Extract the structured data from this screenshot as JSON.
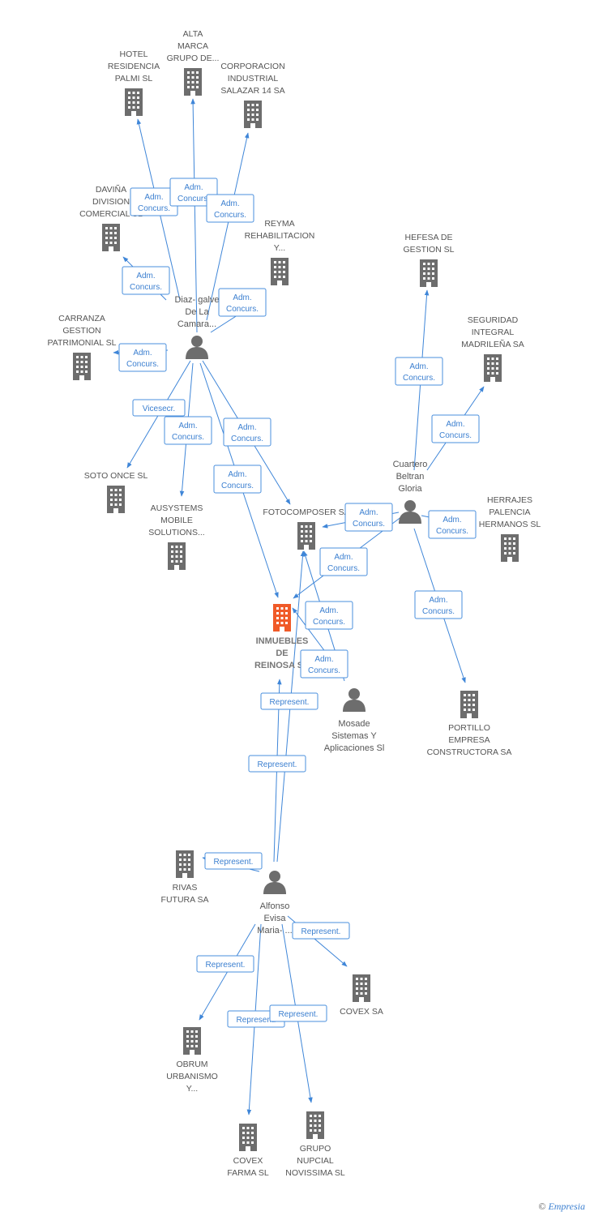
{
  "colors": {
    "building": "#6d6d6d",
    "main_building": "#f05a28",
    "person": "#6d6d6d",
    "edge": "#3f86d8"
  },
  "nodes": [
    {
      "id": "hotel",
      "type": "company",
      "lines": [
        "HOTEL",
        "RESIDENCIA",
        "PALMI SL"
      ]
    },
    {
      "id": "alta",
      "type": "company",
      "lines": [
        "ALTA",
        "MARCA",
        "GRUPO DE..."
      ]
    },
    {
      "id": "corporacion",
      "type": "company",
      "lines": [
        "CORPORACION",
        "INDUSTRIAL",
        "SALAZAR 14 SA"
      ]
    },
    {
      "id": "davina",
      "type": "company",
      "lines": [
        "DAVIÑA",
        "DIVISION",
        "COMERCIAL SL"
      ]
    },
    {
      "id": "reyma",
      "type": "company",
      "lines": [
        "REYMA",
        "REHABILITACION",
        "Y..."
      ]
    },
    {
      "id": "hefesa",
      "type": "company",
      "lines": [
        "HEFESA DE",
        "GESTION SL"
      ]
    },
    {
      "id": "carranza",
      "type": "company",
      "lines": [
        "CARRANZA",
        "GESTION",
        "PATRIMONIAL SL"
      ]
    },
    {
      "id": "seguridad",
      "type": "company",
      "lines": [
        "SEGURIDAD",
        "INTEGRAL",
        "MADRILEÑA SA"
      ]
    },
    {
      "id": "soto",
      "type": "company",
      "lines": [
        "SOTO ONCE SL"
      ]
    },
    {
      "id": "ausystems",
      "type": "company",
      "lines": [
        "AUSYSTEMS",
        "MOBILE",
        "SOLUTIONS..."
      ]
    },
    {
      "id": "fotocomposer",
      "type": "company",
      "lines": [
        "FOTOCOMPOSER SA"
      ]
    },
    {
      "id": "herrajes",
      "type": "company",
      "lines": [
        "HERRAJES",
        "PALENCIA",
        "HERMANOS SL"
      ]
    },
    {
      "id": "inmuebles",
      "type": "main",
      "lines": [
        "INMUEBLES",
        "DE",
        "REINOSA SA"
      ]
    },
    {
      "id": "portillo",
      "type": "company",
      "lines": [
        "PORTILLO",
        "EMPRESA",
        "CONSTRUCTORA SA"
      ]
    },
    {
      "id": "rivas",
      "type": "company",
      "lines": [
        "RIVAS",
        "FUTURA SA"
      ]
    },
    {
      "id": "covex",
      "type": "company",
      "lines": [
        "COVEX SA"
      ]
    },
    {
      "id": "obrum",
      "type": "company",
      "lines": [
        "OBRUM",
        "URBANISMO",
        "Y..."
      ]
    },
    {
      "id": "covexfarma",
      "type": "company",
      "lines": [
        "COVEX",
        "FARMA SL"
      ]
    },
    {
      "id": "grupo",
      "type": "company",
      "lines": [
        "GRUPO",
        "NUPCIAL",
        "NOVISSIMA SL"
      ]
    },
    {
      "id": "diaz",
      "type": "person",
      "lines": [
        "Diaz- galve",
        "De La",
        "Camara..."
      ]
    },
    {
      "id": "cuartero",
      "type": "person",
      "lines": [
        "Cuartero",
        "Beltran",
        "Gloria"
      ]
    },
    {
      "id": "mosade",
      "type": "person",
      "lines": [
        "Mosade",
        "Sistemas Y",
        "Aplicaciones Sl"
      ]
    },
    {
      "id": "alfonso",
      "type": "person",
      "lines": [
        "Alfonso",
        "Evisa",
        "Maria- ..."
      ]
    }
  ],
  "edges": [
    {
      "id": "e-hotel",
      "label": [
        "Adm.",
        "Concurs."
      ]
    },
    {
      "id": "e-alta",
      "label": [
        "Adm.",
        "Concurs."
      ]
    },
    {
      "id": "e-corp",
      "label": [
        "Adm.",
        "Concurs."
      ]
    },
    {
      "id": "e-davina",
      "label": [
        "Adm.",
        "Concurs."
      ]
    },
    {
      "id": "e-reyma",
      "label": [
        "Adm.",
        "Concurs."
      ]
    },
    {
      "id": "e-carranza",
      "label": [
        "Adm.",
        "Concurs."
      ]
    },
    {
      "id": "e-soto",
      "label": [
        "Vicesecr."
      ]
    },
    {
      "id": "e-ausys",
      "label": [
        "Adm.",
        "Concurs."
      ]
    },
    {
      "id": "e-foto-diaz",
      "label": [
        "Adm.",
        "Concurs."
      ]
    },
    {
      "id": "e-inm-diaz",
      "label": [
        "Adm.",
        "Concurs."
      ]
    },
    {
      "id": "e-hefesa",
      "label": [
        "Adm.",
        "Concurs."
      ]
    },
    {
      "id": "e-seguridad",
      "label": [
        "Adm.",
        "Concurs."
      ]
    },
    {
      "id": "e-foto-cuart",
      "label": [
        "Adm.",
        "Concurs."
      ]
    },
    {
      "id": "e-herrajes",
      "label": [
        "Adm.",
        "Concurs."
      ]
    },
    {
      "id": "e-inm-cuart",
      "label": [
        "Adm.",
        "Concurs."
      ]
    },
    {
      "id": "e-portillo",
      "label": [
        "Adm.",
        "Concurs."
      ]
    },
    {
      "id": "e-foto-mos",
      "label": [
        "Adm.",
        "Concurs."
      ]
    },
    {
      "id": "e-inm-mos",
      "label": [
        "Adm.",
        "Concurs."
      ]
    },
    {
      "id": "e-inm-alf1",
      "label": [
        "Represent."
      ]
    },
    {
      "id": "e-inm-alf2",
      "label": [
        "Represent."
      ]
    },
    {
      "id": "e-rivas",
      "label": [
        "Represent."
      ]
    },
    {
      "id": "e-covex",
      "label": [
        "Represent."
      ]
    },
    {
      "id": "e-obrum",
      "label": [
        "Represent."
      ]
    },
    {
      "id": "e-covexfarma",
      "label": [
        "Represent."
      ]
    },
    {
      "id": "e-grupo",
      "label": [
        "Represent."
      ]
    }
  ],
  "copyright": {
    "symbol": "©",
    "brand": "Empresia"
  }
}
